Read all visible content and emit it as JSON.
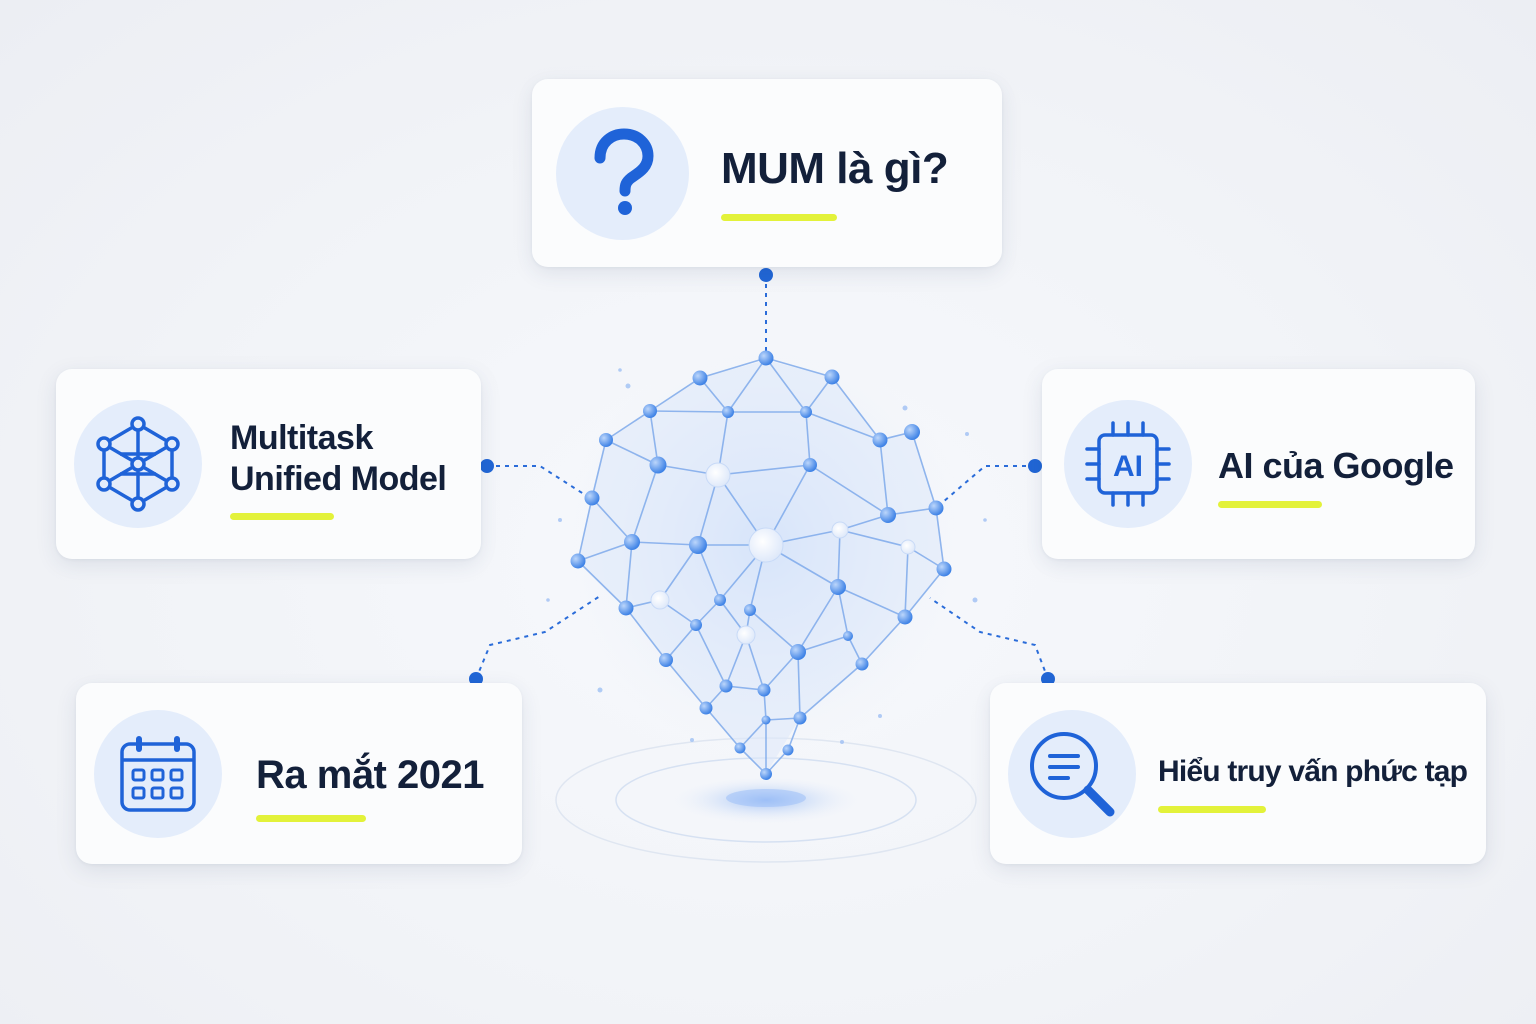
{
  "cards": {
    "mum": {
      "label": "MUM là gì?",
      "icon": "question-mark-icon"
    },
    "multitask": {
      "line1": "Multitask",
      "line2": "Unified Model",
      "icon": "network-cube-icon"
    },
    "ai": {
      "label": "AI của Google",
      "icon": "ai-chip-icon",
      "icon_text": "AI"
    },
    "ramat": {
      "label": "Ra mắt 2021",
      "icon": "calendar-icon"
    },
    "hieu": {
      "label": "Hiểu truy vấn phức tạp",
      "icon": "search-document-icon"
    }
  },
  "colors": {
    "accent_blue": "#1f63d8",
    "highlight_yellow": "#e3f23a",
    "text_dark": "#13203a",
    "icon_bg": "#e4edfb"
  },
  "center_graphic": "neural-network-brain-icon"
}
